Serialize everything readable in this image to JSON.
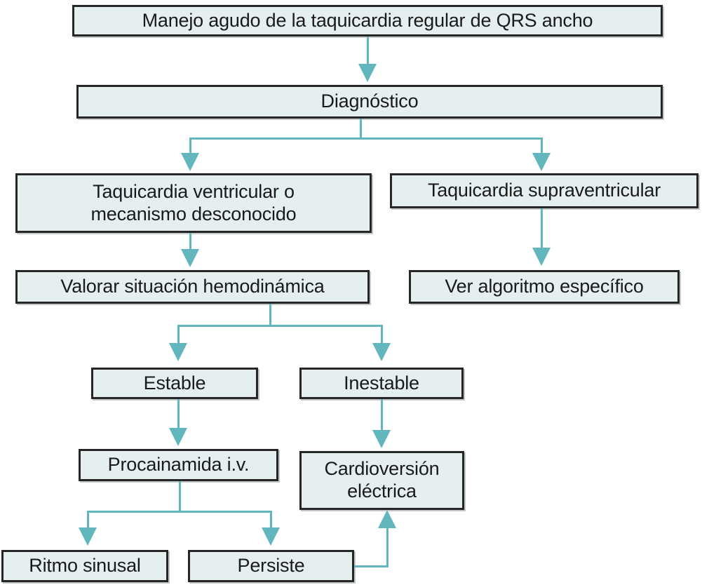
{
  "diagram": {
    "type": "flowchart",
    "title": "Manejo agudo de la taquicardia regular de QRS ancho",
    "palette": {
      "node_fill": "#e5eff0",
      "node_border": "#262626",
      "connector": "#62b6bd",
      "background": "#ffffff",
      "text": "#1a1a1a"
    },
    "nodes": [
      {
        "id": "titulo",
        "label": "Manejo agudo de la taquicardia regular de QRS ancho"
      },
      {
        "id": "diagnostico",
        "label": "Diagnóstico"
      },
      {
        "id": "tv",
        "label": "Taquicardia ventricular o\nmecanismo desconocido"
      },
      {
        "id": "tsv",
        "label": "Taquicardia supraventricular"
      },
      {
        "id": "valorar",
        "label": "Valorar situación hemodinámica"
      },
      {
        "id": "ver_algoritmo",
        "label": "Ver algoritmo específico"
      },
      {
        "id": "estable",
        "label": "Estable"
      },
      {
        "id": "inestable",
        "label": "Inestable"
      },
      {
        "id": "procainamida",
        "label": "Procainamida i.v."
      },
      {
        "id": "cardioversion",
        "label": "Cardioversión\neléctrica"
      },
      {
        "id": "ritmo_sinusal",
        "label": "Ritmo sinusal"
      },
      {
        "id": "persiste",
        "label": "Persiste"
      }
    ],
    "edges": [
      {
        "from": "titulo",
        "to": "diagnostico"
      },
      {
        "from": "diagnostico",
        "to": "tv"
      },
      {
        "from": "diagnostico",
        "to": "tsv"
      },
      {
        "from": "tv",
        "to": "valorar"
      },
      {
        "from": "tsv",
        "to": "ver_algoritmo"
      },
      {
        "from": "valorar",
        "to": "estable"
      },
      {
        "from": "valorar",
        "to": "inestable"
      },
      {
        "from": "estable",
        "to": "procainamida"
      },
      {
        "from": "inestable",
        "to": "cardioversion"
      },
      {
        "from": "procainamida",
        "to": "ritmo_sinusal"
      },
      {
        "from": "procainamida",
        "to": "persiste"
      },
      {
        "from": "persiste",
        "to": "cardioversion"
      }
    ]
  }
}
